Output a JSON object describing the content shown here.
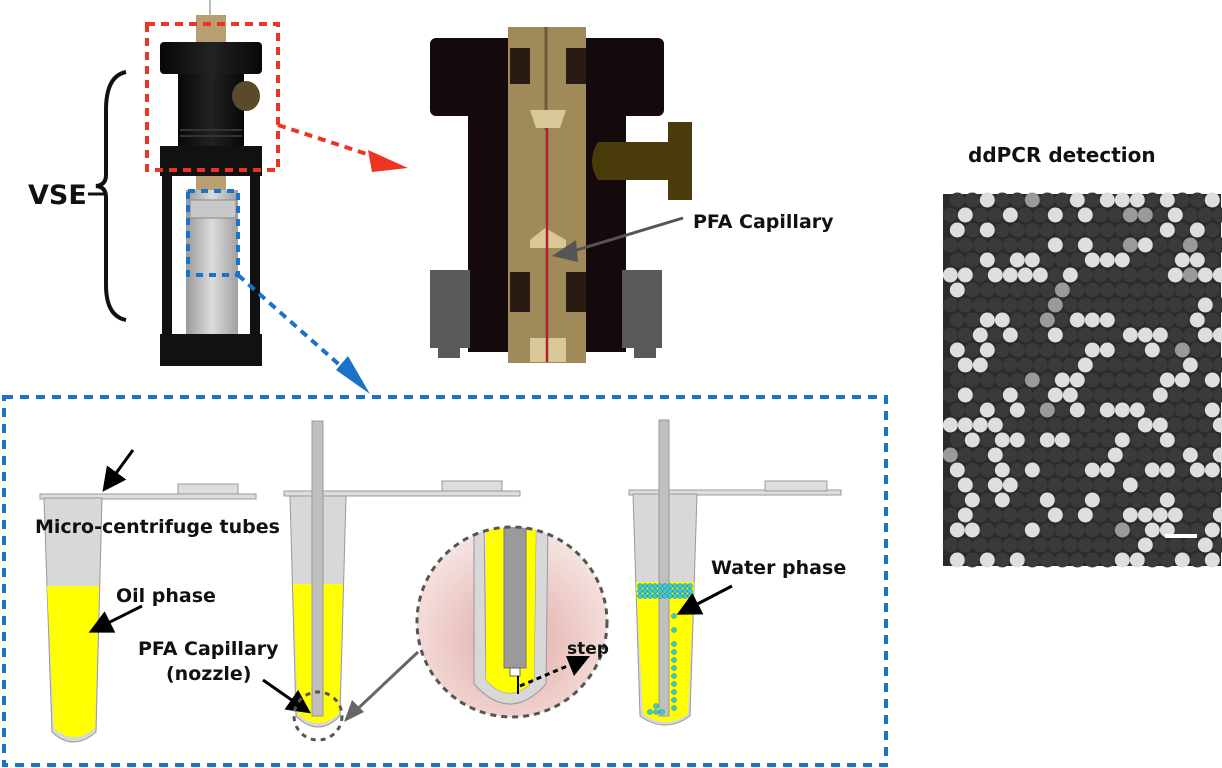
{
  "labels": {
    "vse": "VSE",
    "pfa_capillary_top": "PFA Capillary",
    "ddpcr_title": "ddPCR detection",
    "micro_tubes": "Micro-centrifuge tubes",
    "oil_phase": "Oil phase",
    "pfa_capillary_nozzle_line1": "PFA Capillary",
    "pfa_capillary_nozzle_line2": "(nozzle)",
    "step": "step",
    "water_phase": "Water phase"
  },
  "colors": {
    "red_callout": "#ee3322",
    "blue_callout": "#1a73c8",
    "oil": "#ffff00",
    "water_droplet": "#3cc8d0",
    "brass": "#a08a5a",
    "housing": "#140a0c",
    "knob": "#4a3c0a",
    "nut": "#5a5a5c",
    "tube_gray": "#d4d4d4",
    "magnifier_pink": "#e4b4b0"
  }
}
